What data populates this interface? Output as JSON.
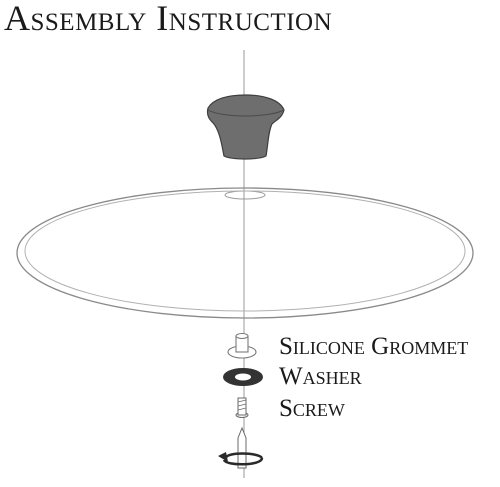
{
  "title": "Assembly Instruction",
  "parts": {
    "grommet": "Silicone Grommet",
    "washer": "Washer",
    "screw": "Screw"
  },
  "colors": {
    "outline": "#8a8a8a",
    "knob": "#6e6e6e",
    "washer": "#333333",
    "text": "#1a1a1a"
  }
}
